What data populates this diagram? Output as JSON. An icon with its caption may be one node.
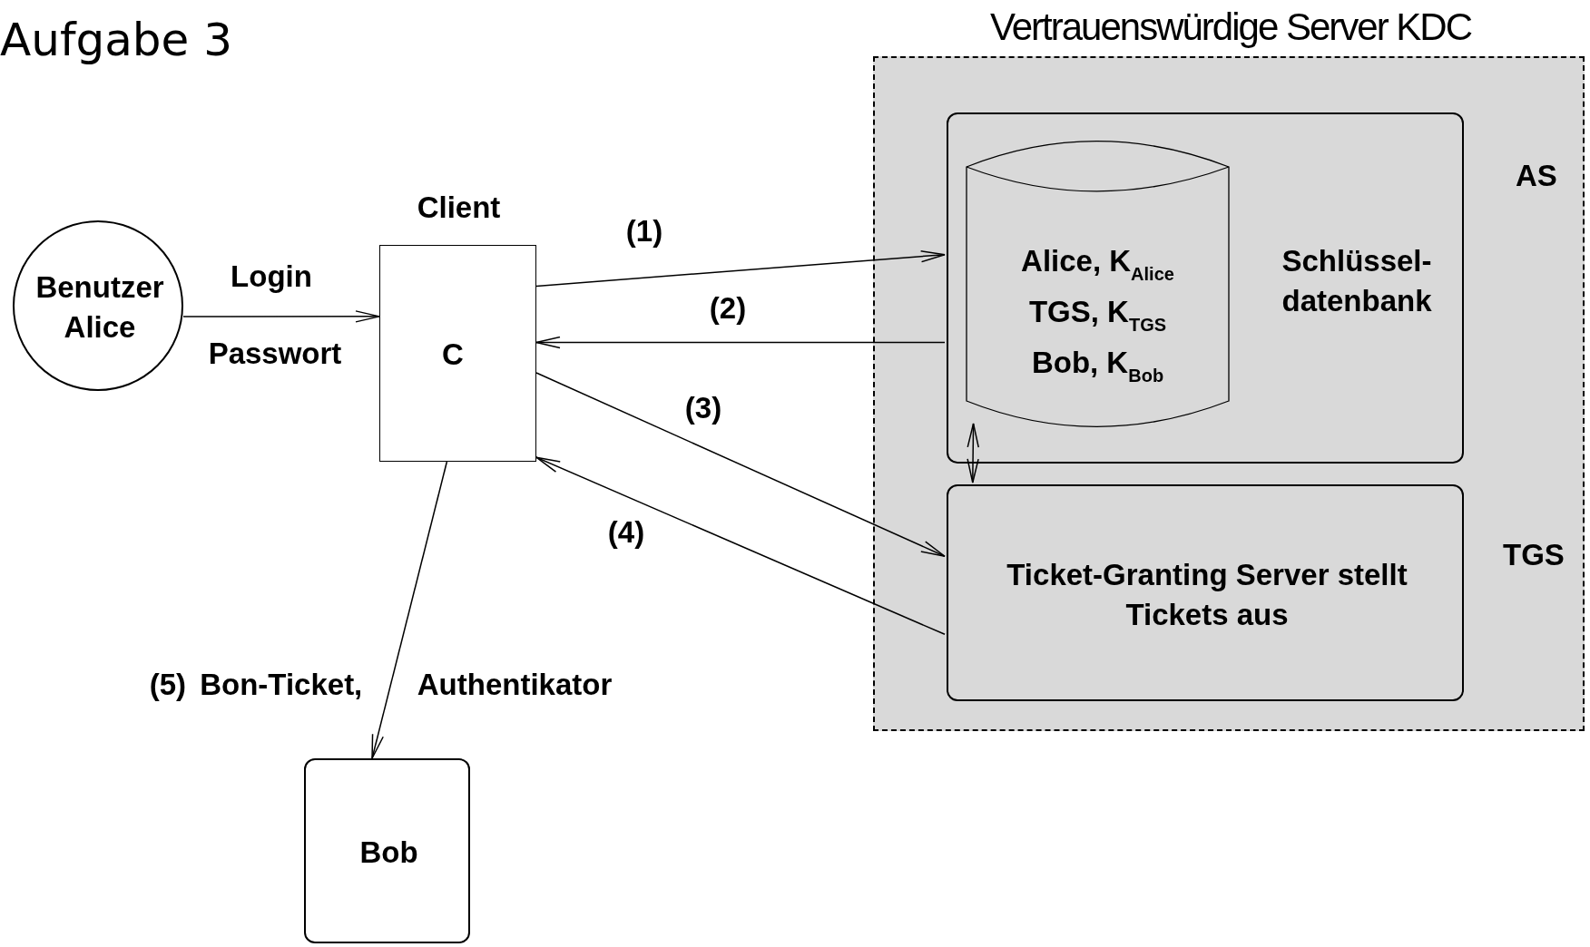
{
  "diagram": {
    "title": "Aufgabe 3",
    "nodes": [
      {
        "text": [
          "Vertrauenswürdige Server KDC"
        ]
      },
      {
        "text": [
          "Schlüssel- datenbank"
        ],
        "beside": [
          "AS"
        ],
        "in": 0
      },
      {
        "text": [
          "Alice, K$_{Alice}$",
          "TGS, K$_{TGS}$",
          "Bob, K$_{Bob}$"
        ],
        "in": 1
      },
      {
        "text": [
          "Ticket-Granting Server stellt Tickets aus"
        ],
        "beside": [
          "TGS"
        ],
        "in": 0
      },
      {
        "text": [
          "Benutzer Alice"
        ]
      },
      {
        "text": [
          "Client",
          "C"
        ]
      },
      {
        "text": [
          "Bob"
        ]
      }
    ],
    "edges": [
      {
        "from": 4,
        "to": 5,
        "arrow": "to",
        "label": "Login"
      },
      {
        "from": 5,
        "to": 1,
        "arrow": "to",
        "label": "(1)"
      },
      {
        "from": 1,
        "to": 5,
        "arrow": "to",
        "label": "(2)"
      },
      {
        "from": 5,
        "to": 3,
        "arrow": "to",
        "label": "(3)"
      },
      {
        "from": 3,
        "to": 5,
        "arrow": "to",
        "label": "(4)"
      },
      {
        "from": 5,
        "to": 6,
        "arrow": "to",
        "label": "(5) Bon-Ticket,"
      },
      {
        "from": 2,
        "to": 3,
        "arrow": "both"
      }
    ],
    "labels": [
      "Passwort",
      "Authentikator"
    ]
  }
}
